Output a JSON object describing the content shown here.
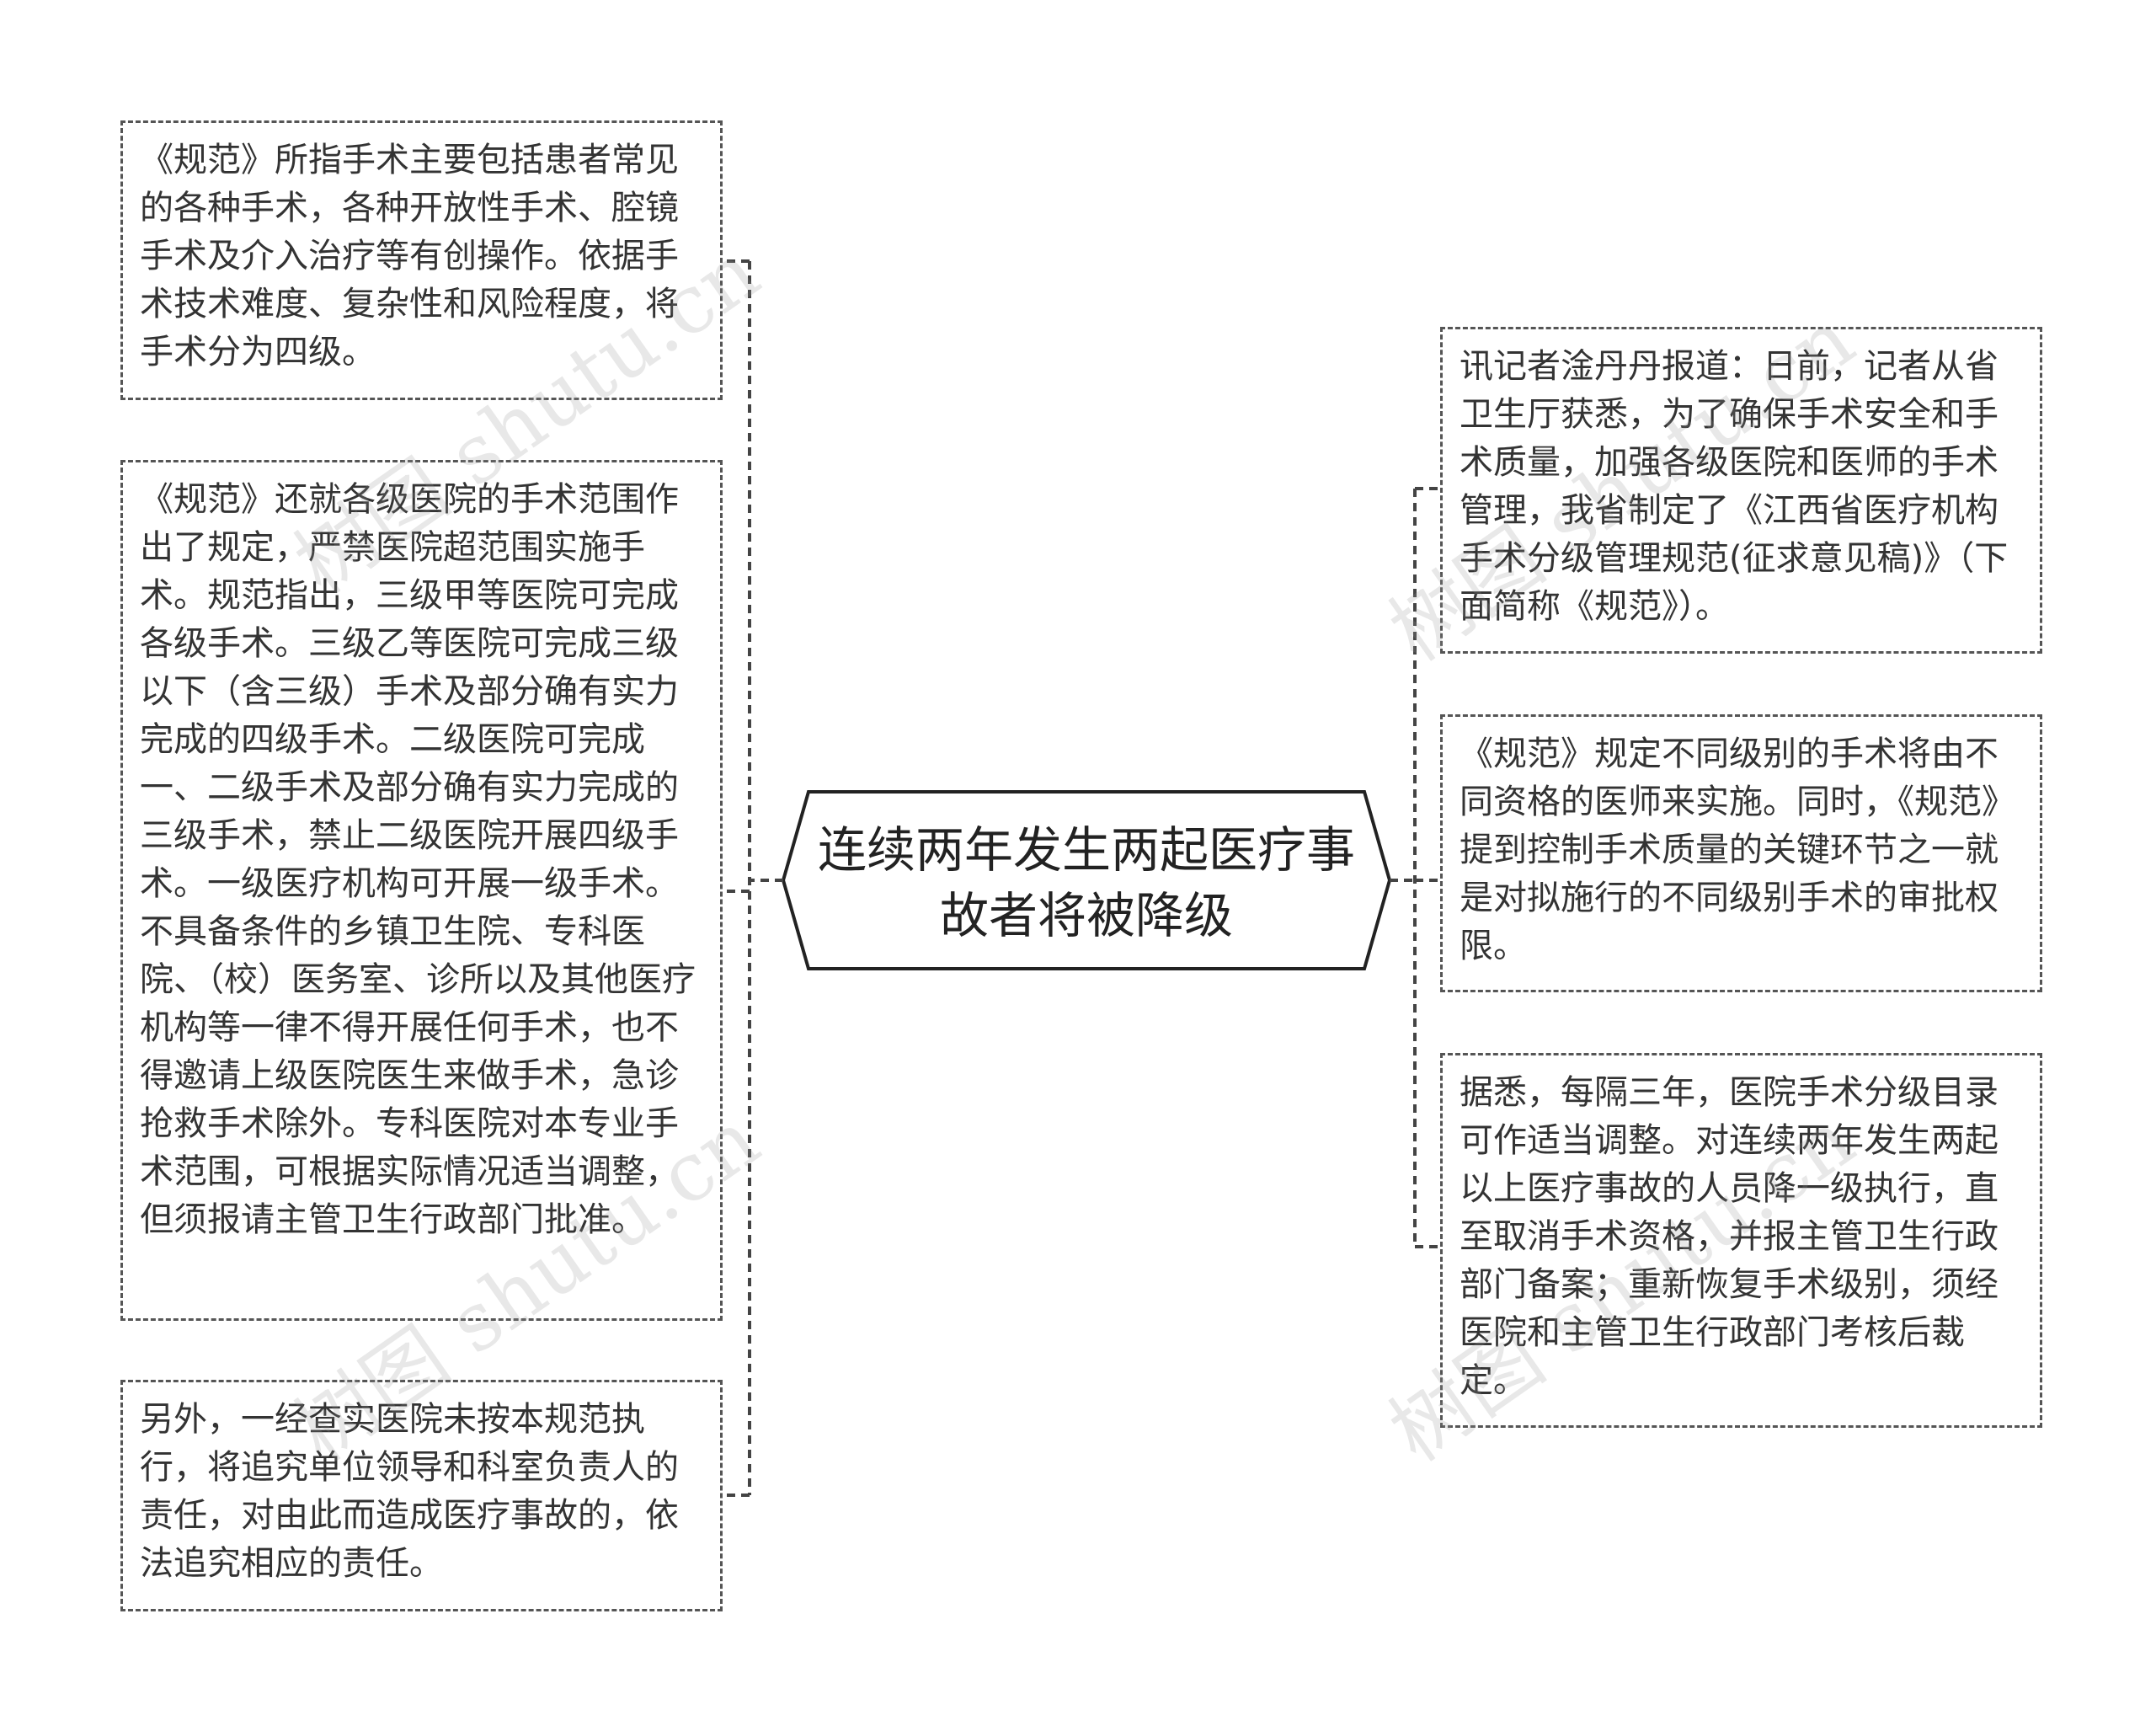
{
  "center": {
    "text": "连续两年发生两起医疗事故者将被降级"
  },
  "left_nodes": [
    {
      "text": "《规范》所指手术主要包括患者常见的各种手术，各种开放性手术、腔镜手术及介入治疗等有创操作。依据手术技术难度、复杂性和风险程度，将手术分为四级。"
    },
    {
      "text": "《规范》还就各级医院的手术范围作出了规定，严禁医院超范围实施手术。规范指出，三级甲等医院可完成各级手术。三级乙等医院可完成三级以下（含三级）手术及部分确有实力完成的四级手术。二级医院可完成一、二级手术及部分确有实力完成的三级手术，禁止二级医院开展四级手术。一级医疗机构可开展一级手术。不具备条件的乡镇卫生院、专科医院、（校）医务室、诊所以及其他医疗机构等一律不得开展任何手术，也不得邀请上级医院医生来做手术，急诊抢救手术除外。专科医院对本专业手术范围，可根据实际情况适当调整，但须报请主管卫生行政部门批准。"
    },
    {
      "text": "另外，一经查实医院未按本规范执行，将追究单位领导和科室负责人的责任，对由此而造成医疗事故的，依法追究相应的责任。"
    }
  ],
  "right_nodes": [
    {
      "text": "讯记者淦丹丹报道：日前，记者从省卫生厅获悉，为了确保手术安全和手术质量，加强各级医院和医师的手术管理，我省制定了《江西省医疗机构手术分级管理规范(征求意见稿)》（下面简称《规范》）。"
    },
    {
      "text": "《规范》规定不同级别的手术将由不同资格的医师来实施。同时，《规范》提到控制手术质量的关键环节之一就是对拟施行的不同级别手术的审批权限。"
    },
    {
      "text": "据悉，每隔三年，医院手术分级目录可作适当调整。对连续两年发生两起以上医疗事故的人员降一级执行，直至取消手术资格，并报主管卫生行政部门备案；重新恢复手术级别，须经医院和主管卫生行政部门考核后裁定。"
    }
  ],
  "watermarks": [
    "树图 shutu.cn",
    "树图 shutu.cn",
    "树图 shutu.cn",
    "树图 shutu.cn"
  ],
  "colors": {
    "border": "#555555",
    "text": "#333333",
    "center_border": "#222222"
  }
}
